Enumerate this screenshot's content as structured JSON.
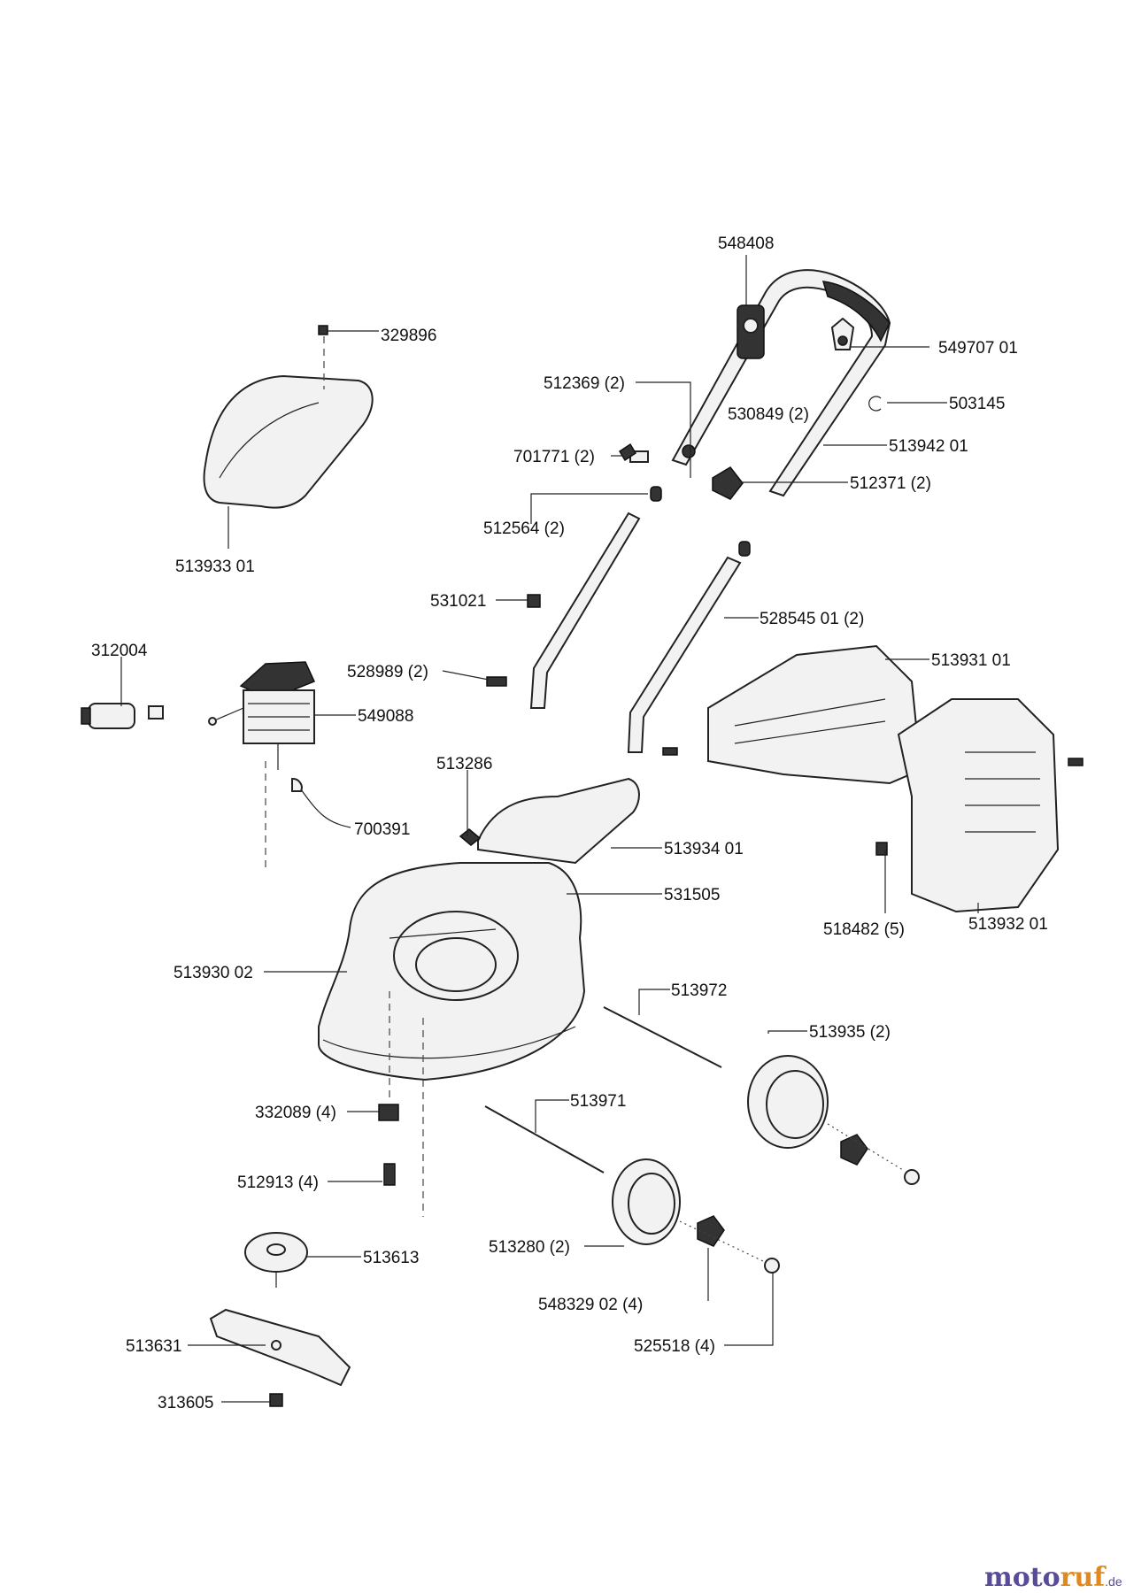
{
  "labels": {
    "l548408": "548408",
    "l329896": "329896",
    "l549707": "549707 01",
    "l512369": "512369 (2)",
    "l503145": "503145",
    "l530849": "530849 (2)",
    "l513942": "513942 01",
    "l701771": "701771 (2)",
    "l512371": "512371 (2)",
    "l512564": "512564 (2)",
    "l513933": "513933 01",
    "l531021": "531021",
    "l528545": "528545 01 (2)",
    "l312004": "312004",
    "l528989": "528989 (2)",
    "l513931": "513931 01",
    "l549088": "549088",
    "l513286": "513286",
    "l700391": "700391",
    "l513934": "513934 01",
    "l531505": "531505",
    "l518482": "518482 (5)",
    "l513932": "513932 01",
    "l513930": "513930 02",
    "l513972": "513972",
    "l513935": "513935 (2)",
    "l513971": "513971",
    "l332089": "332089 (4)",
    "l512913": "512913 (4)",
    "l513613": "513613",
    "l513280": "513280 (2)",
    "l548329": "548329 02 (4)",
    "l525518": "525518 (4)",
    "l513631": "513631",
    "l313605": "313605"
  },
  "watermark": {
    "part1": "moto",
    "part2": "ruf",
    "suffix": ".de"
  }
}
